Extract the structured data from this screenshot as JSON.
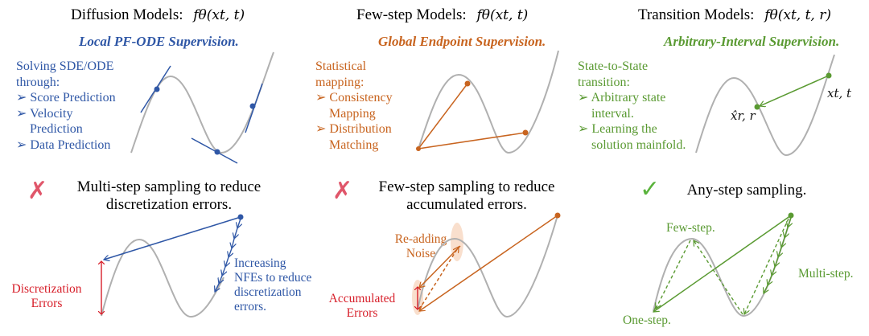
{
  "colors": {
    "diffusion": "#2f57a6",
    "fewstep": "#c8641f",
    "transition": "#5a9a32",
    "error": "#d71f2a",
    "curve": "#b0b0b0",
    "cross_mark": "#e0566a",
    "check_mark": "#5ab33c",
    "halo": "#f8dcc8"
  },
  "panels": [
    {
      "id": "diffusion",
      "title": "Diffusion Models:",
      "formula": "fθ(xt, t)",
      "supervision": "Local PF-ODE Supervision.",
      "description_intro": [
        "Solving SDE/ODE",
        "through:"
      ],
      "bullets": [
        "Score Prediction",
        "Velocity Prediction",
        "Data Prediction"
      ],
      "verdict_icon": "cross-icon",
      "verdict_symbol": "✗",
      "verdict_text": [
        "Multi-step sampling to reduce",
        "discretization errors."
      ],
      "annotations": {
        "left": [
          "Discretization",
          "Errors"
        ],
        "right": [
          "Increasing",
          "NFEs to reduce",
          "discretization",
          "errors."
        ]
      }
    },
    {
      "id": "fewstep",
      "title": "Few-step Models:",
      "formula": "fθ(xt, t)",
      "supervision": "Global Endpoint Supervision.",
      "description_intro": [
        "Statistical",
        "mapping:"
      ],
      "bullets": [
        "Consistency Mapping",
        "Distribution Matching"
      ],
      "verdict_icon": "cross-icon",
      "verdict_symbol": "✗",
      "verdict_text": [
        "Few-step sampling to reduce",
        "accumulated errors."
      ],
      "annotations": {
        "top": [
          "Re-adding",
          "Noise"
        ],
        "bottom": [
          "Accumulated",
          "Errors"
        ]
      }
    },
    {
      "id": "transition",
      "title": "Transition Models:",
      "formula": "fθ(xt, t, r)",
      "supervision": "Arbitrary-Interval Supervision.",
      "description_intro": [
        "State-to-State",
        "transition:"
      ],
      "bullets": [
        "Arbitrary state interval.",
        "Learning the solution mainfold."
      ],
      "point_labels": {
        "start": "xt, t",
        "end": "x̂r, r"
      },
      "verdict_icon": "check-icon",
      "verdict_symbol": "✓",
      "verdict_text": [
        "Any-step sampling."
      ],
      "annotations": {
        "few": "Few-step.",
        "multi": "Multi-step.",
        "one": "One-step."
      }
    }
  ],
  "bullet_glyph": "➢"
}
